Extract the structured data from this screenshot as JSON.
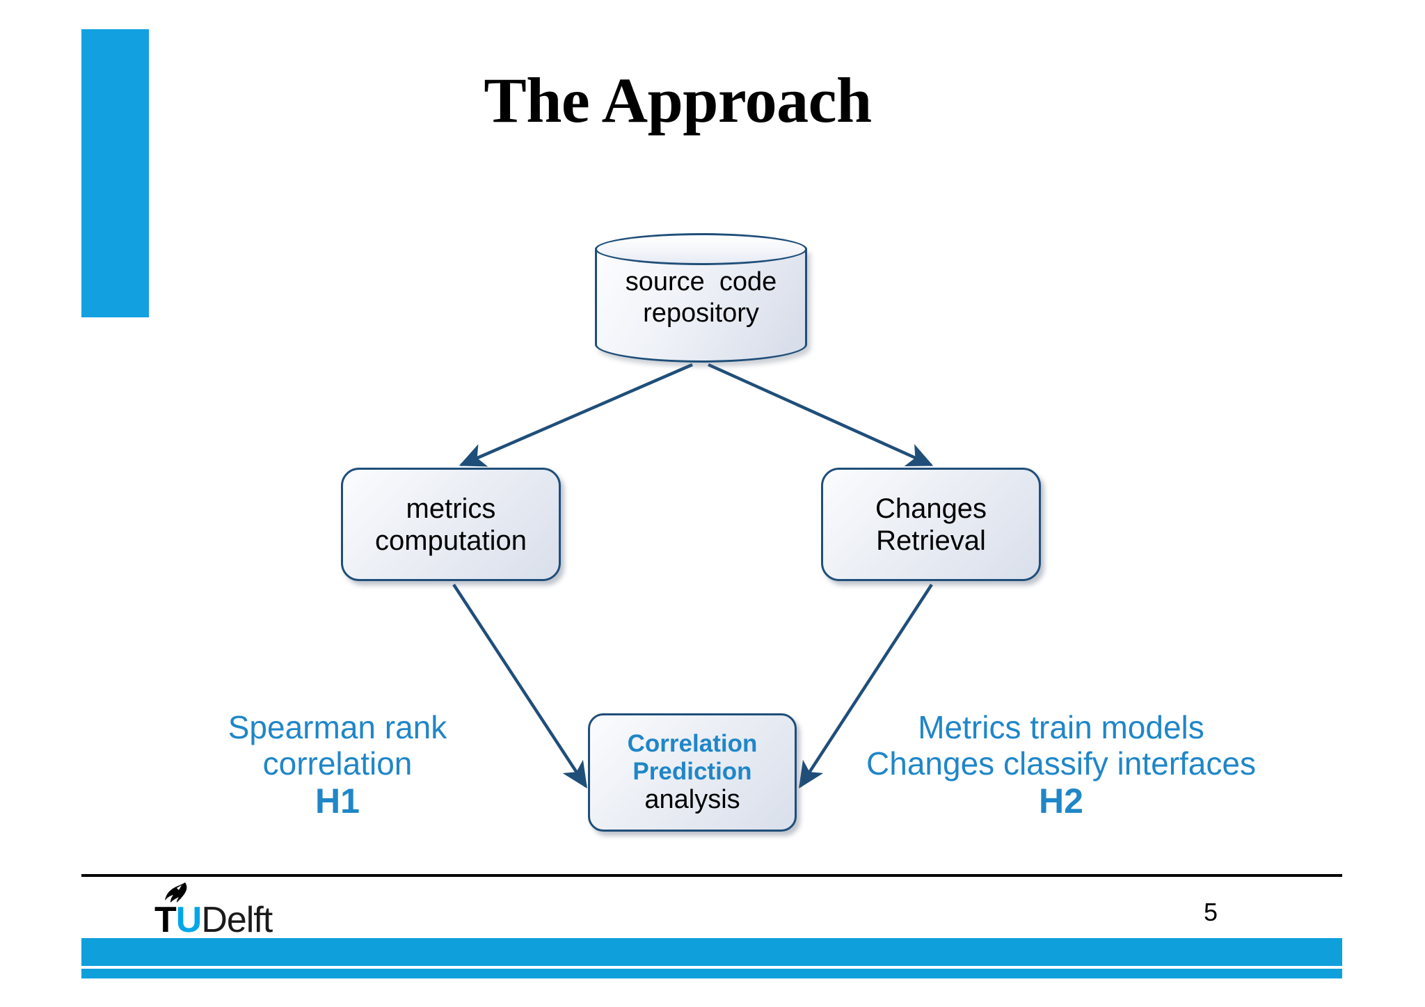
{
  "slide": {
    "title": "The Approach",
    "page_number": "5",
    "accent_color": "#12A0E0",
    "node_border_color": "#1F4E79",
    "highlight_text_color": "#1F86C8"
  },
  "diagram": {
    "nodes": {
      "repository": {
        "label": "source  code\nrepository",
        "shape": "cylinder"
      },
      "metrics": {
        "line1": "metrics",
        "line2": "computation",
        "shape": "rounded-rectangle"
      },
      "changes": {
        "line1": "Changes",
        "line2": "Retrieval",
        "shape": "rounded-rectangle"
      },
      "correlation": {
        "line1": "Correlation",
        "line2": "Prediction",
        "line3": "analysis",
        "shape": "rounded-rectangle"
      }
    },
    "edges": [
      {
        "from": "repository",
        "to": "metrics",
        "arrow": "filled-triangle"
      },
      {
        "from": "repository",
        "to": "changes",
        "arrow": "filled-triangle"
      },
      {
        "from": "metrics",
        "to": "correlation",
        "arrow": "filled-triangle"
      },
      {
        "from": "changes",
        "to": "correlation",
        "arrow": "filled-triangle"
      }
    ]
  },
  "annotations": {
    "h1": {
      "line1": "Spearman rank",
      "line2": "correlation",
      "hypothesis": "H1"
    },
    "h2": {
      "line1": "Metrics train models",
      "line2": "Changes classify interfaces",
      "hypothesis": "H2"
    }
  },
  "footer": {
    "logo": {
      "letter_t": "T",
      "letter_u": "U",
      "word": "Delft"
    }
  }
}
